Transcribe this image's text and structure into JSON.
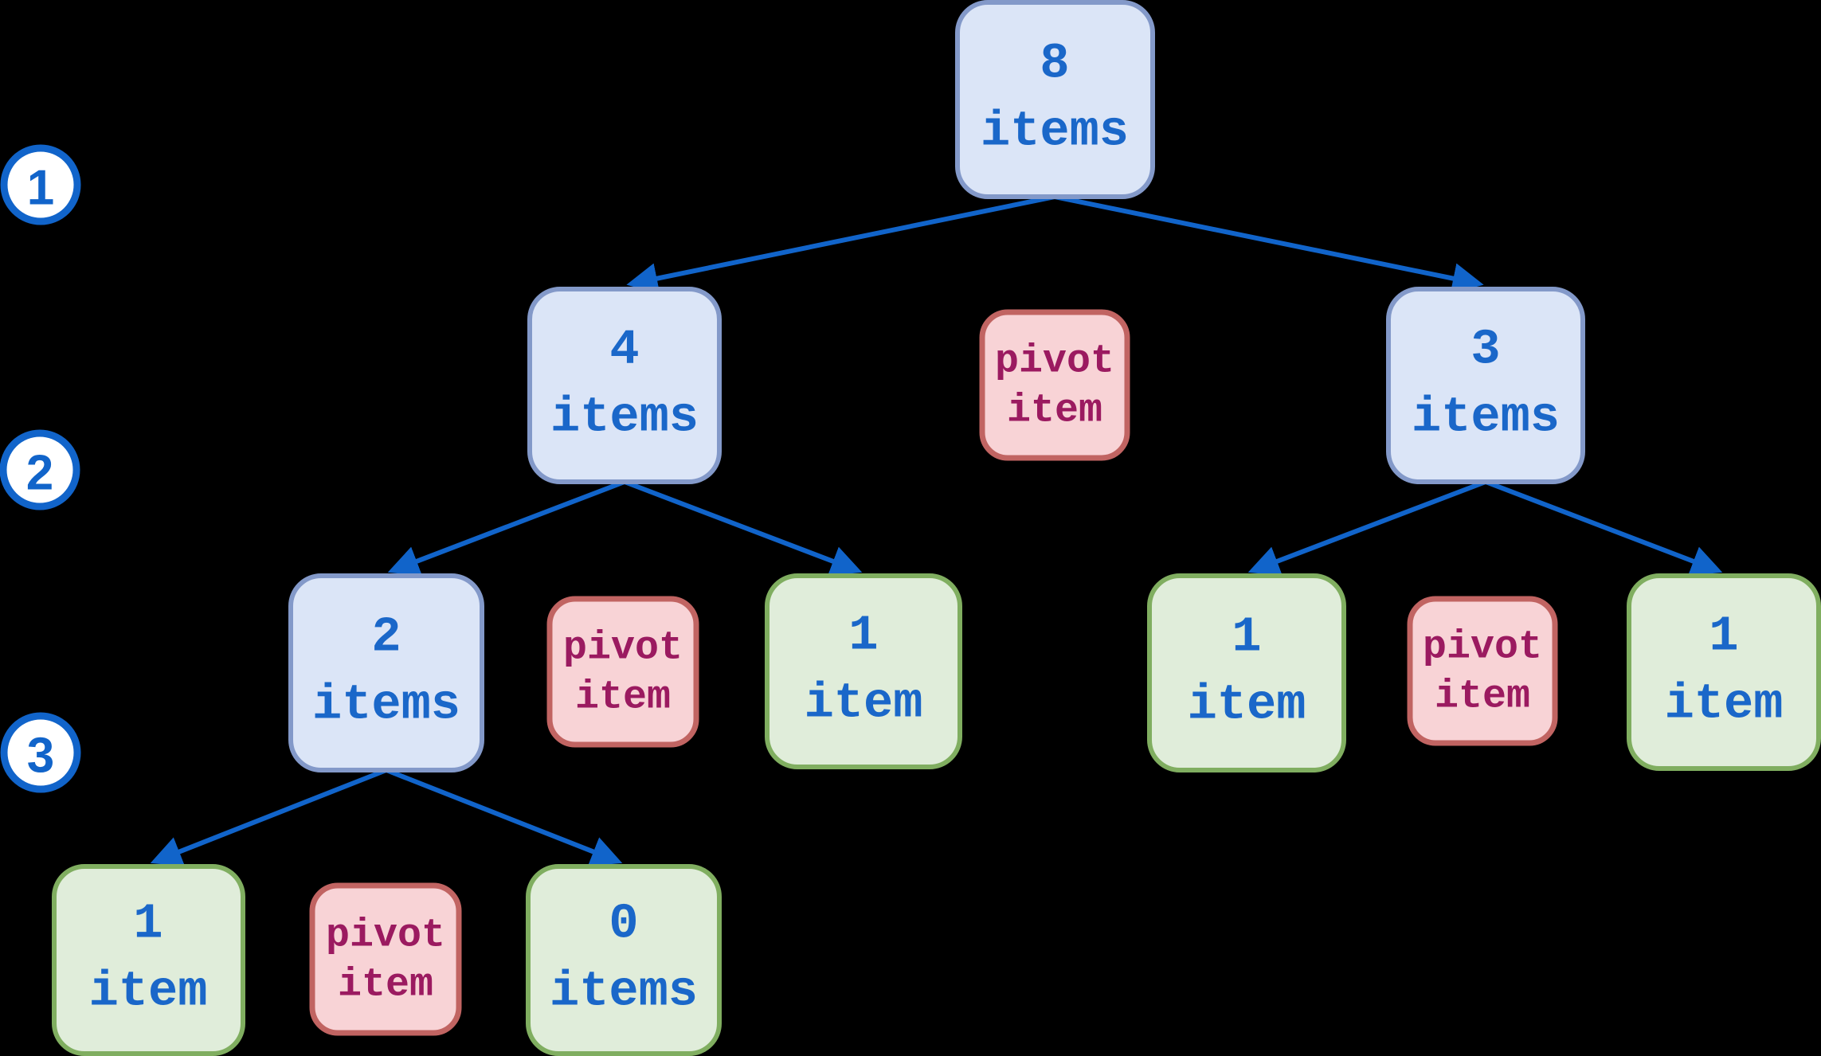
{
  "diagram": {
    "kind": "quicksort-partition-tree",
    "background": "#000000"
  },
  "palette": {
    "arrow_blue": "#1164ca",
    "sublist_fill": "#dbe5f7",
    "sublist_stroke": "#8399c9",
    "leaf_fill": "#e0edda",
    "leaf_stroke": "#80ae60",
    "pivot_fill": "#f8d3d6",
    "pivot_stroke": "#c16462",
    "pivot_text": "#9b1a60",
    "node_text_blue": "#1a67c9",
    "step_circle_fill": "#ffffff"
  },
  "step_markers": [
    {
      "label": "1"
    },
    {
      "label": "2"
    },
    {
      "label": "3"
    }
  ],
  "tree": {
    "nodes": [
      {
        "id": "root",
        "kind": "sublist",
        "line1": "8",
        "line2": "items"
      },
      {
        "id": "level2-left",
        "kind": "sublist",
        "line1": "4",
        "line2": "items"
      },
      {
        "id": "level2-pivot",
        "kind": "pivot",
        "line1": "pivot",
        "line2": "item"
      },
      {
        "id": "level2-right",
        "kind": "sublist",
        "line1": "3",
        "line2": "items"
      },
      {
        "id": "level3-left",
        "kind": "sublist",
        "line1": "2",
        "line2": "items"
      },
      {
        "id": "level3-pivot-left",
        "kind": "pivot",
        "line1": "pivot",
        "line2": "item"
      },
      {
        "id": "level3-leaf-a",
        "kind": "leaf",
        "line1": "1",
        "line2": "item"
      },
      {
        "id": "level3-leaf-b",
        "kind": "leaf",
        "line1": "1",
        "line2": "item"
      },
      {
        "id": "level3-pivot-right",
        "kind": "pivot",
        "line1": "pivot",
        "line2": "item"
      },
      {
        "id": "level3-leaf-c",
        "kind": "leaf",
        "line1": "1",
        "line2": "item"
      },
      {
        "id": "level4-leaf-a",
        "kind": "leaf",
        "line1": "1",
        "line2": "item"
      },
      {
        "id": "level4-pivot",
        "kind": "pivot",
        "line1": "pivot",
        "line2": "item"
      },
      {
        "id": "level4-leaf-b",
        "kind": "leaf",
        "line1": "0",
        "line2": "items"
      }
    ],
    "edges": [
      {
        "from": "root",
        "to": "level2-left"
      },
      {
        "from": "root",
        "to": "level2-right"
      },
      {
        "from": "level2-left",
        "to": "level3-left"
      },
      {
        "from": "level2-left",
        "to": "level3-leaf-a"
      },
      {
        "from": "level2-right",
        "to": "level3-leaf-b"
      },
      {
        "from": "level2-right",
        "to": "level3-leaf-c"
      },
      {
        "from": "level3-left",
        "to": "level4-leaf-a"
      },
      {
        "from": "level3-left",
        "to": "level4-leaf-b"
      }
    ]
  }
}
